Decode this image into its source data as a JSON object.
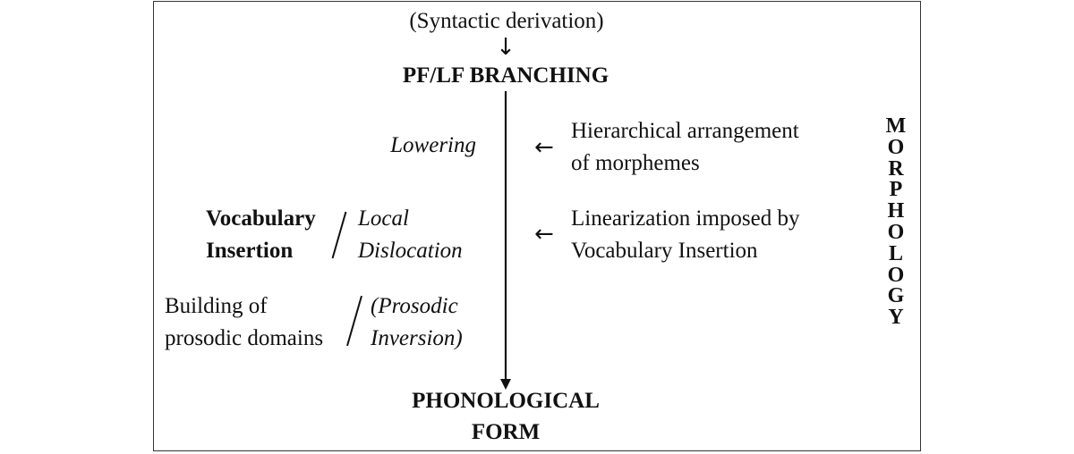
{
  "top_label": "(Syntactic derivation)",
  "branching_label": "PF/LF BRANCHING",
  "bottom_label_line1": "PHONOLOGICAL",
  "bottom_label_line2": "FORM",
  "left_column": {
    "lowering": "Lowering",
    "vocabulary_line1": "Vocabulary",
    "vocabulary_line2": "Insertion",
    "local_line1": "Local",
    "local_line2": "Dislocation",
    "building_line1": "Building of",
    "building_line2": "prosodic domains",
    "prosodic_line1": "(Prosodic",
    "prosodic_line2": "Inversion)"
  },
  "right_column": {
    "hier_line1": "Hierarchical arrangement",
    "hier_line2": "of morphemes",
    "lin_line1": "Linearization imposed by",
    "lin_line2": "Vocabulary Insertion",
    "arrow_glyph": "←",
    "down_arrow_glyph": "↓"
  },
  "side_label": {
    "letters": [
      "M",
      "O",
      "R",
      "P",
      "H",
      "O",
      "L",
      "O",
      "G",
      "Y"
    ]
  }
}
